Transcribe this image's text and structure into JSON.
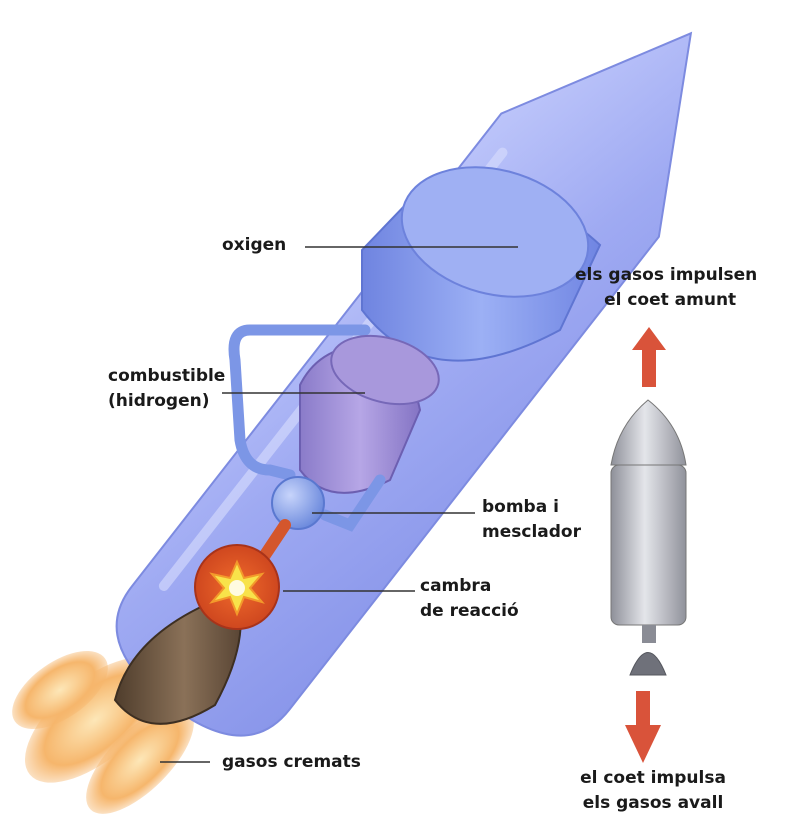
{
  "labels": {
    "oxygen": "oxigen",
    "fuel_line1": "combustible",
    "fuel_line2": "(hidrogen)",
    "pump_line1": "bomba i",
    "pump_line2": "mesclador",
    "chamber_line1": "cambra",
    "chamber_line2": "de reacció",
    "exhaust": "gasos cremats",
    "thrust_up_line1": "els gasos impulsen",
    "thrust_up_line2": "el coet amunt",
    "thrust_down_line1": "el coet impulsa",
    "thrust_down_line2": "els gasos avall"
  },
  "colors": {
    "rocket_body": "#8f9cf0",
    "oxygen_tank": "#7f93ea",
    "fuel_tank": "#9a8ad6",
    "pump": "#7ea0e8",
    "chamber": "#e2562a",
    "nozzle": "#6b5540",
    "flame": "#f4b46a",
    "arrow": "#d9533a",
    "small_rocket": "#b7b9c2"
  }
}
